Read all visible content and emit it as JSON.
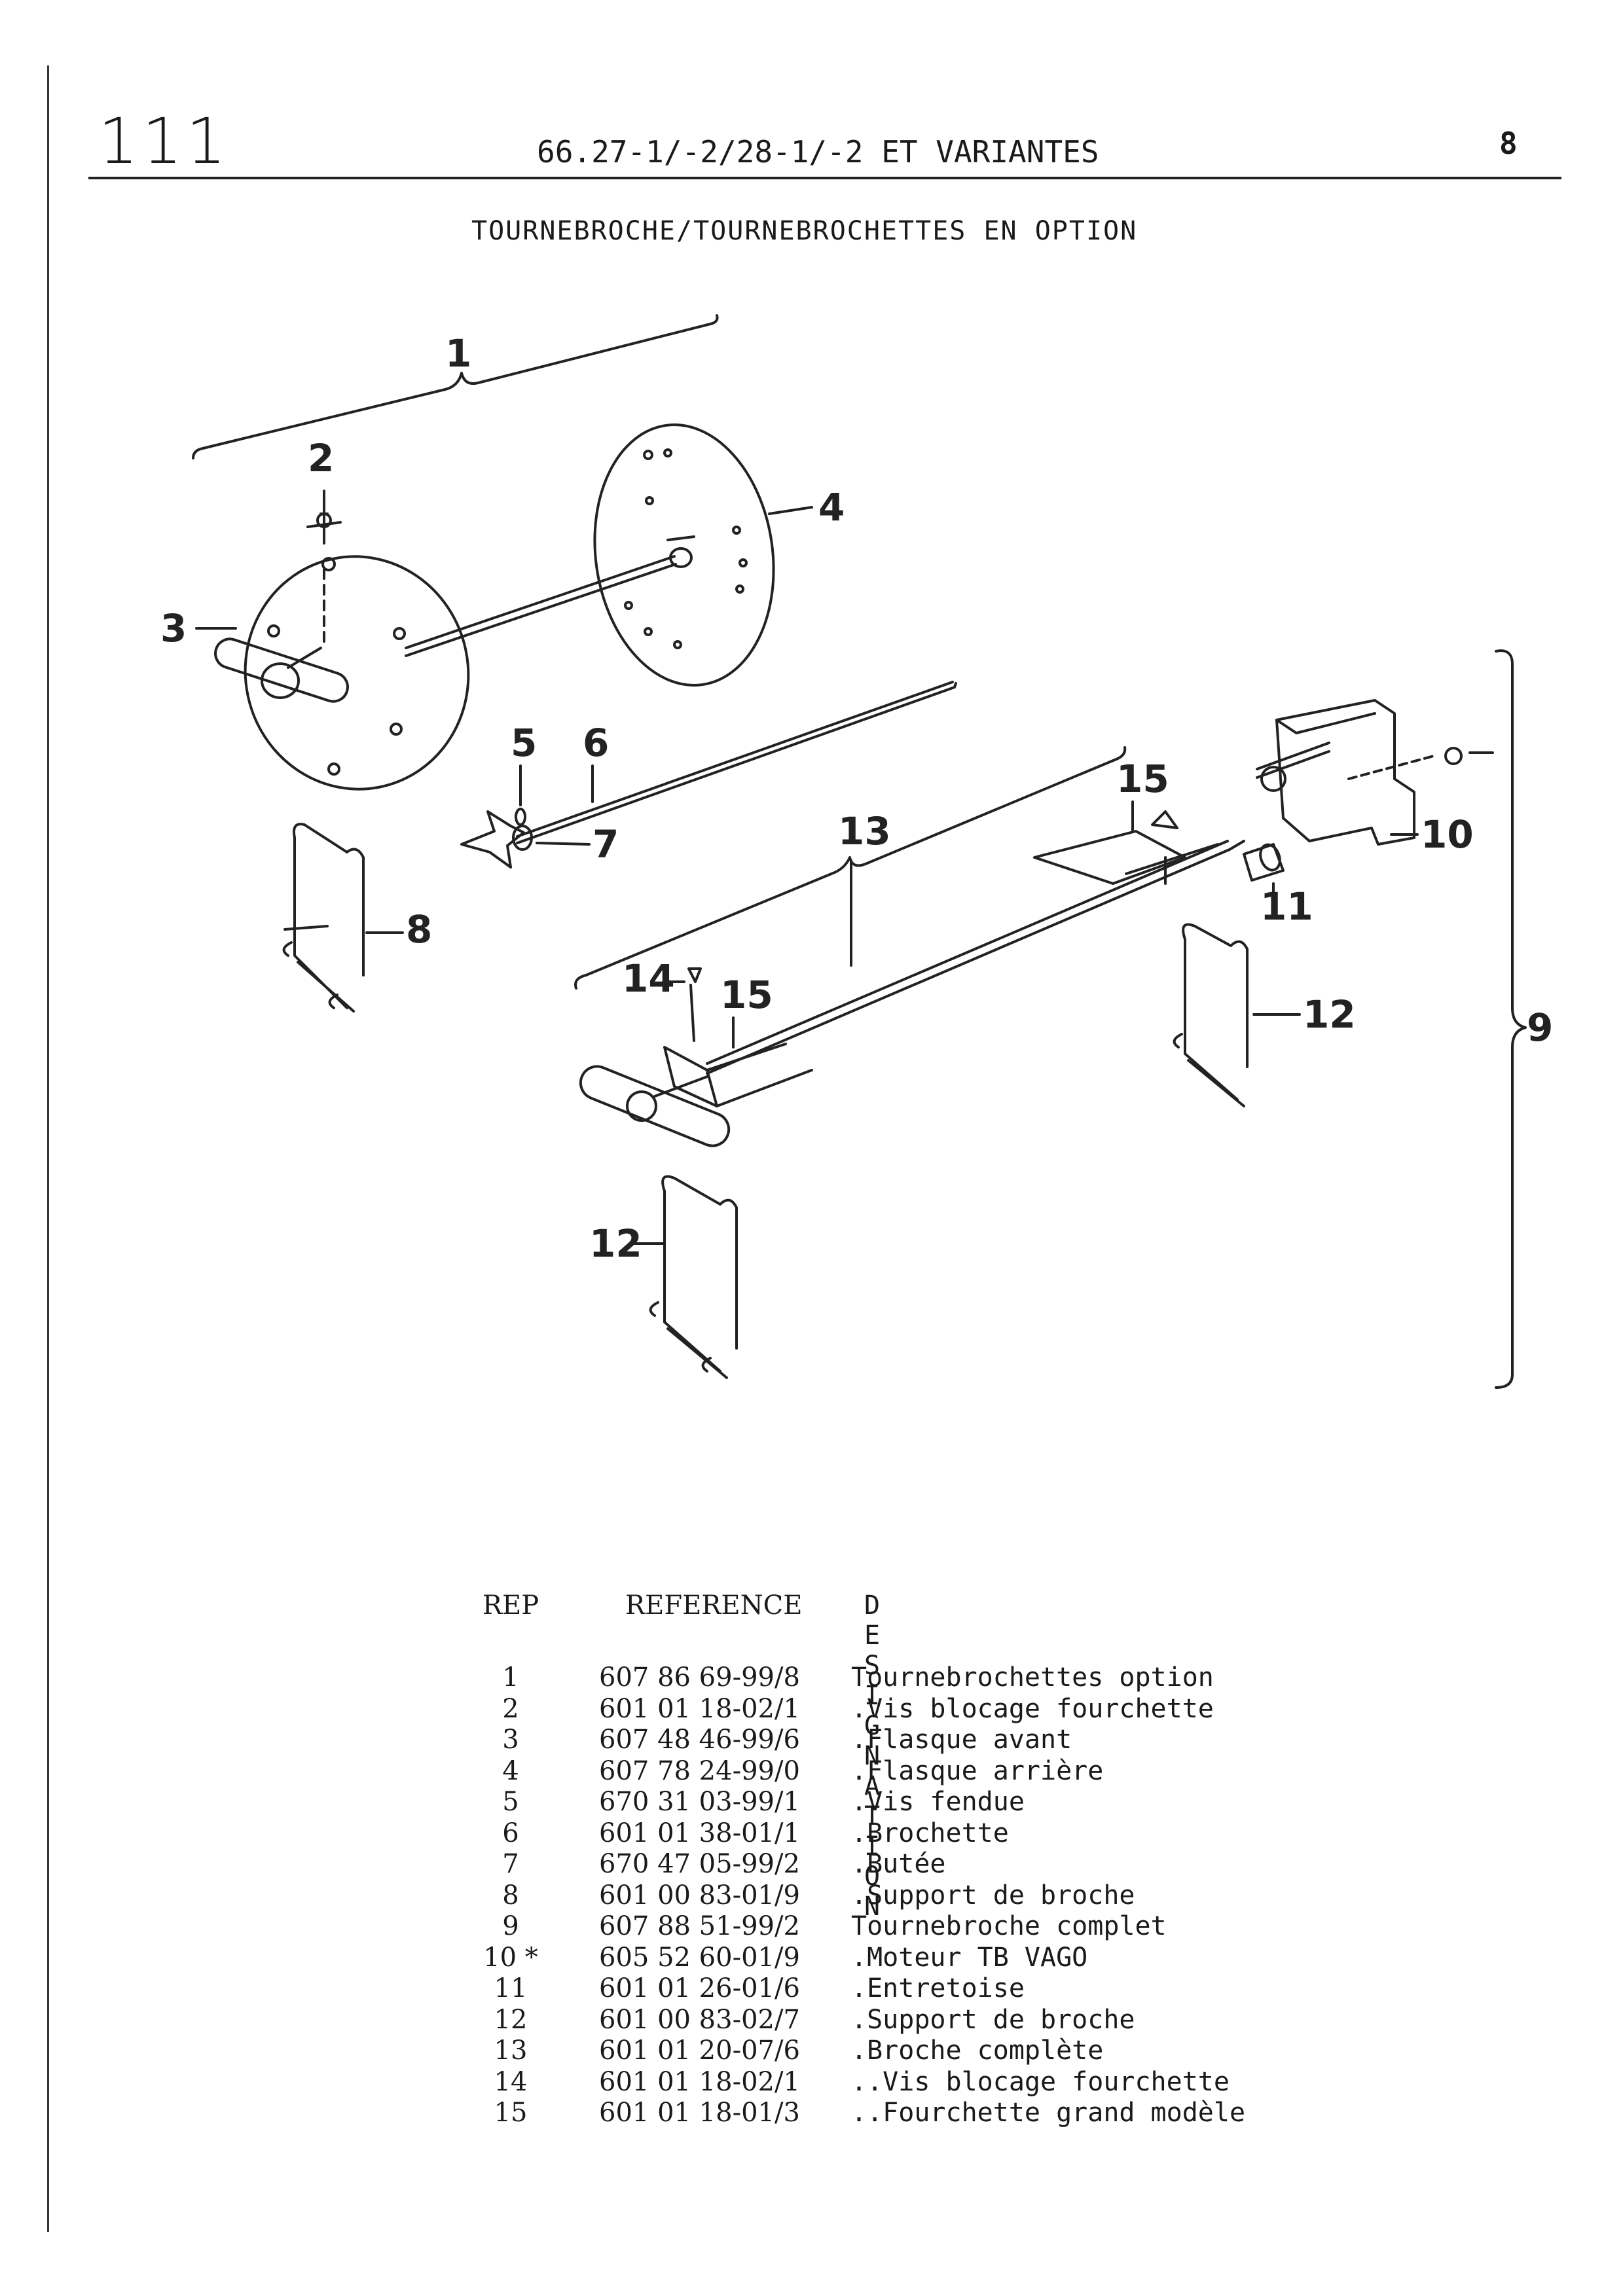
{
  "header": {
    "page_code": "111",
    "title": "66.27-1/-2/28-1/-2 ET VARIANTES",
    "page_number": "8"
  },
  "subtitle": "TOURNEBROCHE/TOURNEBROCHETTES EN OPTION",
  "diagram": {
    "callouts": [
      "1",
      "2",
      "3",
      "4",
      "5",
      "6",
      "7",
      "8",
      "9",
      "10",
      "11",
      "12",
      "13",
      "14",
      "15"
    ]
  },
  "table": {
    "headers": {
      "rep": "REP",
      "reference": "REFERENCE",
      "designation": "D E S I G N A T I O N"
    },
    "rows": [
      {
        "rep": "1",
        "reference": "607 86 69-99/8",
        "designation": "Tournebrochettes option"
      },
      {
        "rep": "2",
        "reference": "601 01 18-02/1",
        "designation": ".Vis blocage fourchette"
      },
      {
        "rep": "3",
        "reference": "607 48 46-99/6",
        "designation": ".Flasque avant"
      },
      {
        "rep": "4",
        "reference": "607 78 24-99/0",
        "designation": ".Flasque arrière"
      },
      {
        "rep": "5",
        "reference": "670 31 03-99/1",
        "designation": ".Vis fendue"
      },
      {
        "rep": "6",
        "reference": "601 01 38-01/1",
        "designation": ".Brochette"
      },
      {
        "rep": "7",
        "reference": "670 47 05-99/2",
        "designation": ".Butée"
      },
      {
        "rep": "8",
        "reference": "601 00 83-01/9",
        "designation": ".Support de broche"
      },
      {
        "rep": "9",
        "reference": "607 88 51-99/2",
        "designation": "Tournebroche complet"
      },
      {
        "rep": "10 *",
        "reference": "605 52 60-01/9",
        "designation": ".Moteur TB VAGO"
      },
      {
        "rep": "11",
        "reference": "601 01 26-01/6",
        "designation": ".Entretoise"
      },
      {
        "rep": "12",
        "reference": "601 00 83-02/7",
        "designation": ".Support de broche"
      },
      {
        "rep": "13",
        "reference": "601 01 20-07/6",
        "designation": ".Broche complète"
      },
      {
        "rep": "14",
        "reference": "601 01 18-02/1",
        "designation": "..Vis blocage fourchette"
      },
      {
        "rep": "15",
        "reference": "601 01 18-01/3",
        "designation": "..Fourchette grand modèle"
      }
    ]
  }
}
